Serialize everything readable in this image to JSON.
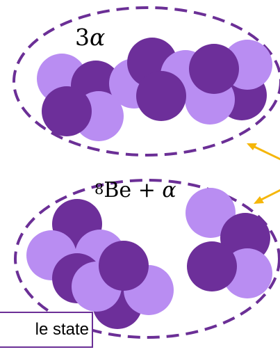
{
  "labels": {
    "top_number": "3",
    "top_symbol": "α",
    "bottom_superscript": "8",
    "bottom_element": "Be",
    "bottom_operator": " + ",
    "bottom_symbol": "α"
  },
  "state_box": {
    "text": "le state"
  },
  "colors": {
    "dark_nucleon": "#6d2f9a",
    "light_nucleon": "#b98df2",
    "dashed_outline": "#6b2f96",
    "arrow": "#f5b60a",
    "box_border": "#6b2f96"
  },
  "clusters": {
    "top": {
      "name": "3α configuration",
      "nucleons": 12
    },
    "bottom": {
      "name": "8Be + α configuration",
      "nucleons": 12
    }
  }
}
